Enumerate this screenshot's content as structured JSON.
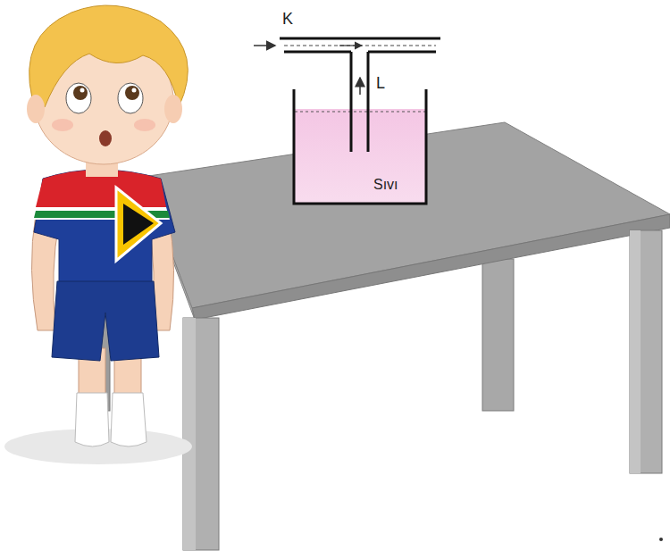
{
  "diagram": {
    "labels": [
      "K",
      "L",
      "Sıvı"
    ]
  }
}
